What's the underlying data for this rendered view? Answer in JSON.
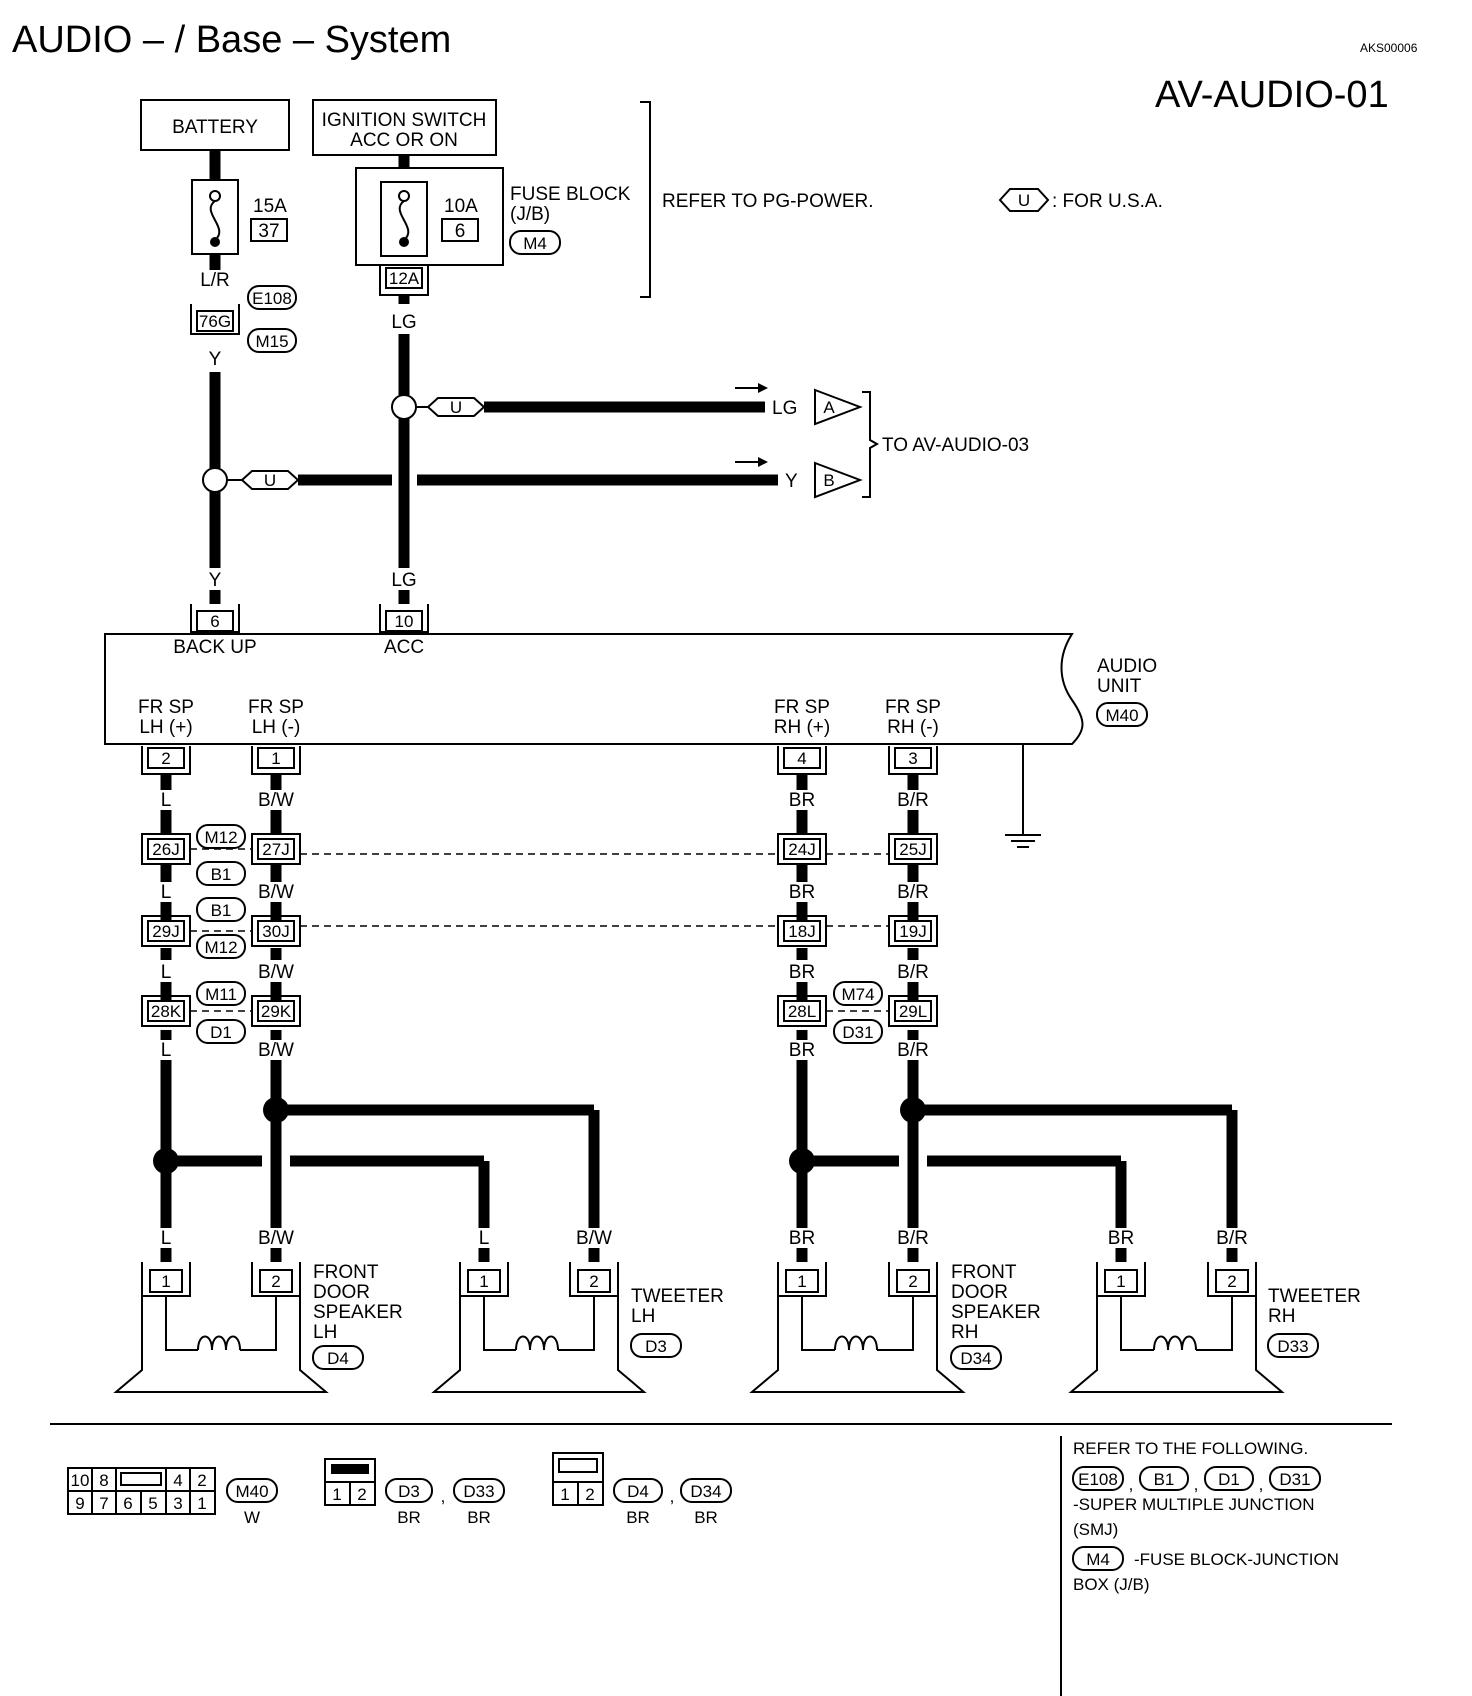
{
  "header": {
    "title": "AUDIO – / Base – System",
    "code": "AKS00006",
    "diagram_id": "AV-AUDIO-01"
  },
  "power": {
    "battery": "BATTERY",
    "ignition_l1": "IGNITION SWITCH",
    "ignition_l2": "ACC OR ON",
    "fuse1_amp": "15A",
    "fuse1_num": "37",
    "fuse2_amp": "10A",
    "fuse2_num": "6",
    "fuse_block_l1": "FUSE BLOCK",
    "fuse_block_l2": "(J/B)",
    "fuse_block_conn": "M4",
    "fuse_block_term": "12A",
    "refer": "REFER TO PG-POWER.",
    "usa_badge": "U",
    "usa_text": ": FOR U.S.A."
  },
  "battery_circuit": {
    "wire_top": "L/R",
    "conn_e108": "E108",
    "conn_m15": "M15",
    "term": "76G",
    "wire_y1": "Y",
    "wire_y2": "Y"
  },
  "acc_circuit": {
    "wire_lg1": "LG",
    "wire_lg2": "LG"
  },
  "outputs": {
    "u1": "U",
    "u2": "U",
    "lg": "LG",
    "y": "Y",
    "a": "A",
    "b": "B",
    "to": "TO AV-AUDIO-03"
  },
  "audio_unit": {
    "label_l1": "AUDIO",
    "label_l2": "UNIT",
    "conn": "M40",
    "pin_backup": "6",
    "backup": "BACK UP",
    "pin_acc": "10",
    "acc": "ACC",
    "lh_plus_l1": "FR SP",
    "lh_plus_l2": "LH (+)",
    "lh_minus_l1": "FR SP",
    "lh_minus_l2": "LH (-)",
    "rh_plus_l1": "FR SP",
    "rh_plus_l2": "RH (+)",
    "rh_minus_l1": "FR SP",
    "rh_minus_l2": "RH (-)",
    "pin_lh_plus": "2",
    "pin_lh_minus": "1",
    "pin_rh_plus": "4",
    "pin_rh_minus": "3"
  },
  "junctions": {
    "w_l": "L",
    "w_bw": "B/W",
    "w_br": "BR",
    "w_bre": "B/R",
    "t26j": "26J",
    "t27j": "27J",
    "t24j": "24J",
    "t25j": "25J",
    "t29j": "29J",
    "t30j": "30J",
    "t18j": "18J",
    "t19j": "19J",
    "t28k": "28K",
    "t29k": "29K",
    "t28l": "28L",
    "t29l": "29L",
    "c_m12a": "M12",
    "c_b1a": "B1",
    "c_b1b": "B1",
    "c_m12b": "M12",
    "c_m11": "M11",
    "c_d1": "D1",
    "c_m74": "M74",
    "c_d31": "D31"
  },
  "speakers": {
    "fd_lh_l1": "FRONT",
    "fd_lh_l2": "DOOR",
    "fd_lh_l3": "SPEAKER",
    "fd_lh_l4": "LH",
    "fd_lh_conn": "D4",
    "tw_lh_l1": "TWEETER",
    "tw_lh_l2": "LH",
    "tw_lh_conn": "D3",
    "fd_rh_l1": "FRONT",
    "fd_rh_l2": "DOOR",
    "fd_rh_l3": "SPEAKER",
    "fd_rh_l4": "RH",
    "fd_rh_conn": "D34",
    "tw_rh_l1": "TWEETER",
    "tw_rh_l2": "RH",
    "tw_rh_conn": "D33",
    "p1": "1",
    "p2": "2"
  },
  "legend": {
    "m40_pins_top": [
      "10",
      "8",
      "4",
      "2"
    ],
    "m40_pins_bottom": [
      "9",
      "7",
      "6",
      "5",
      "3",
      "1"
    ],
    "m40": "M40",
    "m40_color": "W",
    "p1": "1",
    "p2": "2",
    "d3": "D3",
    "d33": "D33",
    "d4": "D4",
    "d34": "D34",
    "br": "BR",
    "comma": ",",
    "refer_title": "REFER TO THE FOLLOWING.",
    "smj_conns": [
      "E108",
      "B1",
      "D1",
      "D31"
    ],
    "smj_l1": "-SUPER MULTIPLE JUNCTION",
    "smj_l2": "(SMJ)",
    "jb_conn": "M4",
    "jb_l1": "-FUSE BLOCK-JUNCTION",
    "jb_l2": "BOX (J/B)"
  }
}
